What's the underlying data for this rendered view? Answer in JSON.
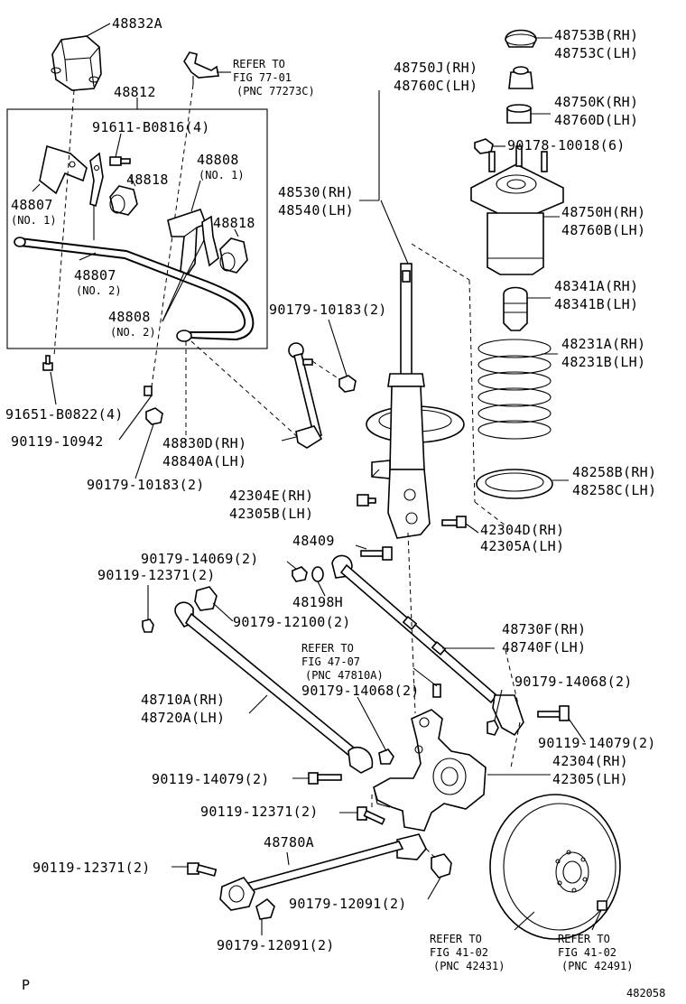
{
  "part_labels": [
    {
      "id": "48832A",
      "text": "48832A"
    },
    {
      "id": "48812",
      "text": "48812"
    },
    {
      "id": "91611-B0816",
      "text": "91611-B0816(4)"
    },
    {
      "id": "48808-no1",
      "text": "48808"
    },
    {
      "id": "48808-no1-sub",
      "text": "(NO. 1)"
    },
    {
      "id": "48818-a",
      "text": "48818"
    },
    {
      "id": "48807-no1",
      "text": "48807"
    },
    {
      "id": "48807-no1-sub",
      "text": "(NO. 1)"
    },
    {
      "id": "48818-b",
      "text": "48818"
    },
    {
      "id": "48807-no2",
      "text": "48807"
    },
    {
      "id": "48807-no2-sub",
      "text": "(NO. 2)"
    },
    {
      "id": "48808-no2",
      "text": "48808"
    },
    {
      "id": "48808-no2-sub",
      "text": "(NO. 2)"
    },
    {
      "id": "91651-B0822",
      "text": "91651-B0822(4)"
    },
    {
      "id": "90119-10942",
      "text": "90119-10942"
    },
    {
      "id": "48830D",
      "text": "48830D(RH)"
    },
    {
      "id": "48840A",
      "text": "48840A(LH)"
    },
    {
      "id": "90179-10183-a",
      "text": "90179-10183(2)"
    },
    {
      "id": "90179-10183-b",
      "text": "90179-10183(2)"
    },
    {
      "id": "48750J",
      "text": "48750J(RH)"
    },
    {
      "id": "48760C",
      "text": "48760C(LH)"
    },
    {
      "id": "48530",
      "text": "48530(RH)"
    },
    {
      "id": "48540",
      "text": "48540(LH)"
    },
    {
      "id": "48753B",
      "text": "48753B(RH)"
    },
    {
      "id": "48753C",
      "text": "48753C(LH)"
    },
    {
      "id": "48750K",
      "text": "48750K(RH)"
    },
    {
      "id": "48760D",
      "text": "48760D(LH)"
    },
    {
      "id": "90178-10018",
      "text": "90178-10018(6)"
    },
    {
      "id": "48750H",
      "text": "48750H(RH)"
    },
    {
      "id": "48760B",
      "text": "48760B(LH)"
    },
    {
      "id": "48341A",
      "text": "48341A(RH)"
    },
    {
      "id": "48341B",
      "text": "48341B(LH)"
    },
    {
      "id": "48231A",
      "text": "48231A(RH)"
    },
    {
      "id": "48231B",
      "text": "48231B(LH)"
    },
    {
      "id": "48258B",
      "text": "48258B(RH)"
    },
    {
      "id": "48258C",
      "text": "48258C(LH)"
    },
    {
      "id": "42304E",
      "text": "42304E(RH)"
    },
    {
      "id": "42305B",
      "text": "42305B(LH)"
    },
    {
      "id": "42304D",
      "text": "42304D(RH)"
    },
    {
      "id": "42305A",
      "text": "42305A(LH)"
    },
    {
      "id": "48409",
      "text": "48409"
    },
    {
      "id": "90179-14069",
      "text": "90179-14069(2)"
    },
    {
      "id": "90119-12371-a",
      "text": "90119-12371(2)"
    },
    {
      "id": "48198H",
      "text": "48198H"
    },
    {
      "id": "90179-12100",
      "text": "90179-12100(2)"
    },
    {
      "id": "48730F",
      "text": "48730F(RH)"
    },
    {
      "id": "48740F",
      "text": "48740F(LH)"
    },
    {
      "id": "48710A",
      "text": "48710A(RH)"
    },
    {
      "id": "48720A",
      "text": "48720A(LH)"
    },
    {
      "id": "90179-14068-a",
      "text": "90179-14068(2)"
    },
    {
      "id": "90179-14068-b",
      "text": "90179-14068(2)"
    },
    {
      "id": "90119-14079-a",
      "text": "90119-14079(2)"
    },
    {
      "id": "90119-14079-b",
      "text": "90119-14079(2)"
    },
    {
      "id": "42304",
      "text": "42304(RH)"
    },
    {
      "id": "42305",
      "text": "42305(LH)"
    },
    {
      "id": "90119-12371-b",
      "text": "90119-12371(2)"
    },
    {
      "id": "48780A",
      "text": "48780A"
    },
    {
      "id": "90119-12371-c",
      "text": "90119-12371(2)"
    },
    {
      "id": "90179-12091-a",
      "text": "90179-12091(2)"
    },
    {
      "id": "90179-12091-b",
      "text": "90179-12091(2)"
    }
  ],
  "references": [
    {
      "id": "ref-77-01",
      "line1": "REFER TO",
      "line2": "FIG 77-01",
      "line3": "(PNC 77273C)"
    },
    {
      "id": "ref-47-07",
      "line1": "REFER TO",
      "line2": "FIG 47-07",
      "line3": "(PNC 47810A)"
    },
    {
      "id": "ref-41-02-a",
      "line1": "REFER TO",
      "line2": "FIG 41-02",
      "line3": "(PNC 42431)"
    },
    {
      "id": "ref-41-02-b",
      "line1": "REFER TO",
      "line2": "FIG 41-02",
      "line3": "(PNC 42491)"
    }
  ],
  "footer": {
    "left_mark": "P",
    "figure_id": "482058"
  }
}
